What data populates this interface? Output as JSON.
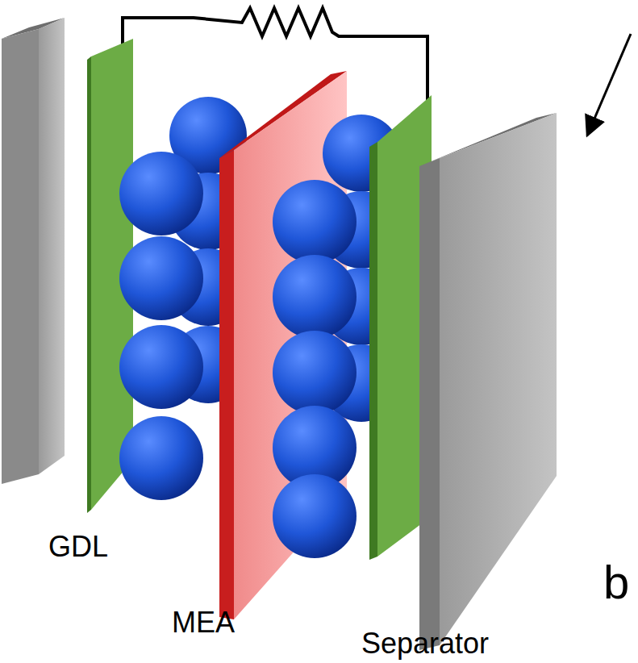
{
  "diagram": {
    "labels": [
      "GDL",
      "MEA",
      "Separator",
      "b"
    ]
  }
}
